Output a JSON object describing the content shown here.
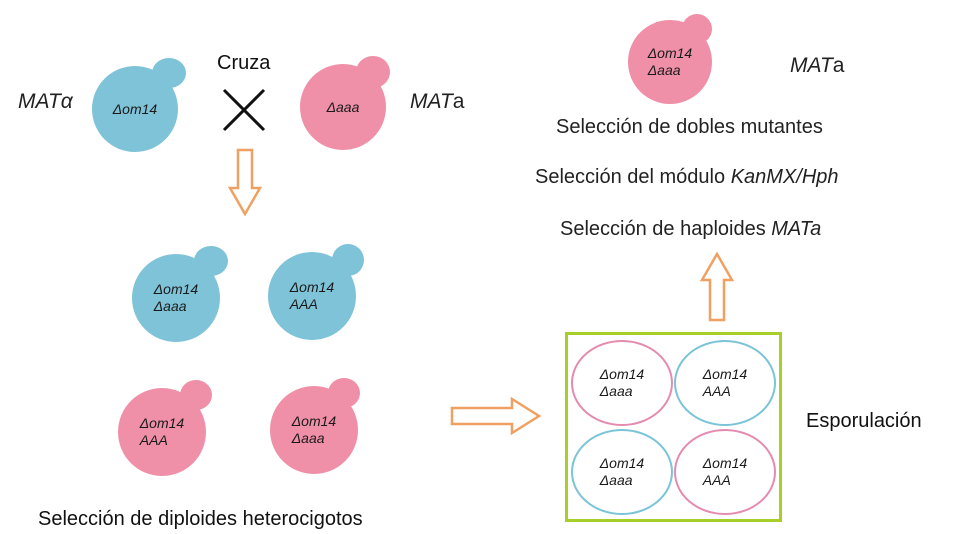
{
  "parents": {
    "left_mating": "MATα",
    "left_genotype": "Δom14",
    "cross_label": "Cruza",
    "right_genotype": "Δaaa",
    "right_mating_italic": "MAT",
    "right_mating_suffix": "a"
  },
  "diploids": {
    "blue1": [
      "Δom14",
      "Δaaa"
    ],
    "blue2": [
      "Δom14",
      "AAA"
    ],
    "pink1": [
      "Δom14",
      "AAA"
    ],
    "pink2": [
      "Δom14",
      "Δaaa"
    ],
    "label": "Selección de diploides heterocigotos"
  },
  "tetrad": {
    "tl": [
      "Δom14",
      "Δaaa"
    ],
    "tr": [
      "Δom14",
      "AAA"
    ],
    "bl": [
      "Δom14",
      "Δaaa"
    ],
    "br": [
      "Δom14",
      "AAA"
    ],
    "label": "Esporulación"
  },
  "selection": {
    "step1_prefix": "Selección de haploides ",
    "step1_italic": "MATa",
    "step2_prefix": "Selección del módulo ",
    "step2_italic": "KanMX/Hph",
    "step3": "Selección de dobles mutantes"
  },
  "final": {
    "genotype": [
      "Δom14",
      "Δaaa"
    ],
    "mating_italic": "MAT",
    "mating_suffix": "a"
  },
  "colors": {
    "blue_cell": "#7fc3d8",
    "pink_cell": "#ef90a8",
    "arrow_orange": "#f0a060",
    "box_green": "#a6cf2a"
  }
}
